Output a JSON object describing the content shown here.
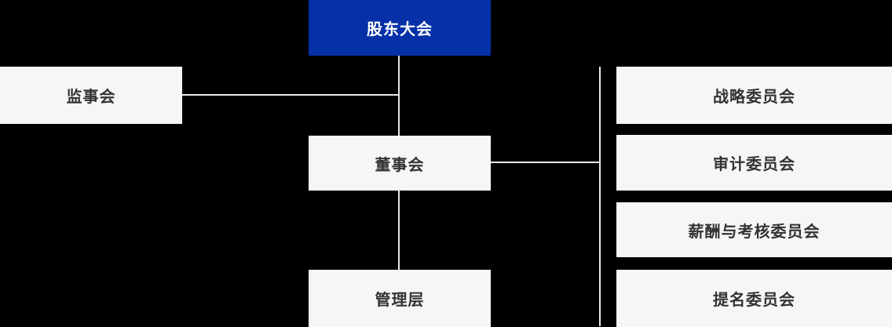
{
  "org_chart": {
    "nodes": {
      "shareholders_meeting": {
        "label": "股东大会"
      },
      "supervisory_board": {
        "label": "监事会"
      },
      "board_of_directors": {
        "label": "董事会"
      },
      "management": {
        "label": "管理层"
      },
      "committees": [
        {
          "label": "战略委员会"
        },
        {
          "label": "审计委员会"
        },
        {
          "label": "薪酬与考核委员会"
        },
        {
          "label": "提名委员会"
        }
      ]
    },
    "colors": {
      "background": "#000000",
      "primary_node_bg": "#0530a8",
      "primary_node_text": "#ffffff",
      "node_bg": "#f5f6f8",
      "node_text": "#333333",
      "connector": "#e8e8e8"
    }
  }
}
